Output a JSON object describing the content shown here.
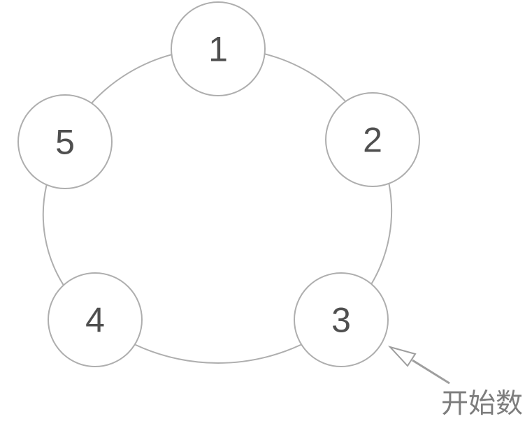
{
  "figure": {
    "nodes": [
      {
        "label": "1"
      },
      {
        "label": "2"
      },
      {
        "label": "3"
      },
      {
        "label": "4"
      },
      {
        "label": "5"
      }
    ],
    "annotation": {
      "label": "开始数",
      "points_to": "3"
    },
    "colors": {
      "background": "#ffffff",
      "node_fill": "#ffffff",
      "outline": "#aeaeae",
      "number": "#4f4f4f",
      "arrow": "#9e9e9e",
      "annotation_text": "#7d7d7d"
    }
  }
}
